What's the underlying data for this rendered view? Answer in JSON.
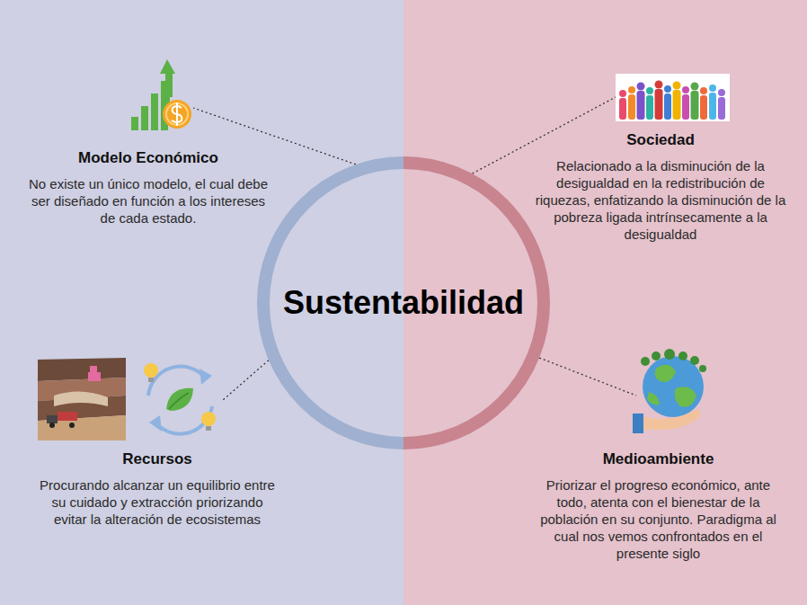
{
  "diagram": {
    "nodes": [
      {
        "text": [
          "Sustentabilidad"
        ]
      },
      {
        "text": [
          "Modelo Económico",
          "No existe un único modelo, el cual debe ser diseñado en función a los intereses de cada estado."
        ]
      },
      {
        "text": [
          "Sociedad",
          "Relacionado a la disminución de la desigualdad en la redistribución de riquezas, enfatizando la disminución de la pobreza ligada intrínsecamente a la desigualdad"
        ]
      },
      {
        "text": [
          "Recursos",
          "Procurando alcanzar un equilibrio entre su cuidado y extracción priorizando evitar la alteración de ecosistemas"
        ]
      },
      {
        "text": [
          "Medioambiente",
          "Priorizar el progreso económico, ante todo, atenta con el bienestar de la población en su conjunto. Paradigma al cual nos vemos confrontados en el presente siglo"
        ]
      }
    ],
    "edges": [
      {
        "from": 0,
        "to": 1,
        "arrow": "none"
      },
      {
        "from": 0,
        "to": 2,
        "arrow": "none"
      },
      {
        "from": 0,
        "to": 3,
        "arrow": "none"
      },
      {
        "from": 0,
        "to": 4,
        "arrow": "none"
      }
    ]
  }
}
